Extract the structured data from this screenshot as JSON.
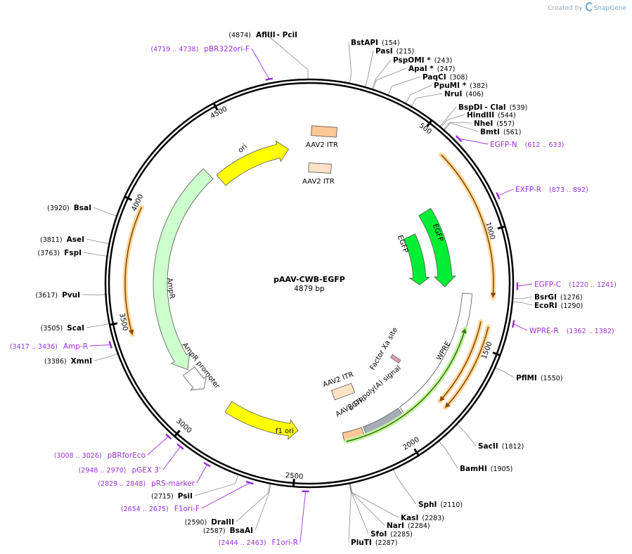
{
  "watermark": {
    "prefix": "Created by",
    "brand": "SnapGene"
  },
  "plasmid": {
    "name": "pAAV-CWB-EGFP",
    "size_label": "4879 bp",
    "length": 4879
  },
  "ticks": [
    {
      "pos": 500,
      "label": "500"
    },
    {
      "pos": 1000,
      "label": "1000"
    },
    {
      "pos": 1500,
      "label": "1500"
    },
    {
      "pos": 2000,
      "label": "2000"
    },
    {
      "pos": 2500,
      "label": "2500"
    },
    {
      "pos": 3000,
      "label": "3000"
    },
    {
      "pos": 3500,
      "label": "3500"
    },
    {
      "pos": 4000,
      "label": "4000"
    },
    {
      "pos": 4500,
      "label": "4500"
    }
  ],
  "enzymes": [
    {
      "name": "AflIII",
      "extra": " - PciI",
      "pos_text": "(4874)",
      "pos": 4874,
      "side": "left"
    },
    {
      "name": "BstAPI",
      "pos_text": "(154)",
      "pos": 154,
      "side": "right"
    },
    {
      "name": "PasI",
      "pos_text": "(215)",
      "pos": 215,
      "side": "right"
    },
    {
      "name": "PspOMI *",
      "pos_text": "(243)",
      "pos": 243,
      "side": "right"
    },
    {
      "name": "ApaI *",
      "pos_text": "(247)",
      "pos": 247,
      "side": "right"
    },
    {
      "name": "PaqCI",
      "pos_text": "(308)",
      "pos": 308,
      "side": "right"
    },
    {
      "name": "PpuMI *",
      "pos_text": "(382)",
      "pos": 382,
      "side": "right"
    },
    {
      "name": "NruI",
      "pos_text": "(406)",
      "pos": 406,
      "side": "right"
    },
    {
      "name": "BspDI",
      "extra": " - ClaI",
      "pos_text": "(539)",
      "pos": 539,
      "side": "right"
    },
    {
      "name": "HindIII",
      "pos_text": "(544)",
      "pos": 544,
      "side": "right"
    },
    {
      "name": "NheI",
      "pos_text": "(557)",
      "pos": 557,
      "side": "right"
    },
    {
      "name": "BmtI",
      "pos_text": "(561)",
      "pos": 561,
      "side": "right"
    },
    {
      "name": "BsrGI",
      "pos_text": "(1276)",
      "pos": 1276,
      "side": "right"
    },
    {
      "name": "EcoRI",
      "pos_text": "(1290)",
      "pos": 1290,
      "side": "right"
    },
    {
      "name": "PflMI",
      "pos_text": "(1550)",
      "pos": 1550,
      "side": "right"
    },
    {
      "name": "SacII",
      "pos_text": "(1812)",
      "pos": 1812,
      "side": "right"
    },
    {
      "name": "BamHI",
      "pos_text": "(1905)",
      "pos": 1905,
      "side": "right"
    },
    {
      "name": "SphI",
      "pos_text": "(2110)",
      "pos": 2110,
      "side": "right"
    },
    {
      "name": "KasI",
      "pos_text": "(2283)",
      "pos": 2283,
      "side": "right"
    },
    {
      "name": "NarI",
      "pos_text": "(2284)",
      "pos": 2284,
      "side": "right"
    },
    {
      "name": "SfoI",
      "pos_text": "(2285)",
      "pos": 2285,
      "side": "right"
    },
    {
      "name": "PluTI",
      "pos_text": "(2287)",
      "pos": 2287,
      "side": "right"
    },
    {
      "name": "BsaAI",
      "pos_text": "(2587)",
      "pos": 2587,
      "side": "left"
    },
    {
      "name": "DraIII",
      "pos_text": "(2590)",
      "pos": 2590,
      "side": "left"
    },
    {
      "name": "PsiI",
      "pos_text": "(2715)",
      "pos": 2715,
      "side": "left"
    },
    {
      "name": "XmnI",
      "pos_text": "(3386)",
      "pos": 3386,
      "side": "left"
    },
    {
      "name": "ScaI",
      "pos_text": "(3505)",
      "pos": 3505,
      "side": "left"
    },
    {
      "name": "PvuI",
      "pos_text": "(3617)",
      "pos": 3617,
      "side": "left"
    },
    {
      "name": "FspI",
      "pos_text": "(3763)",
      "pos": 3763,
      "side": "left"
    },
    {
      "name": "AseI",
      "pos_text": "(3811)",
      "pos": 3811,
      "side": "left"
    },
    {
      "name": "BsaI",
      "pos_text": "(3920)",
      "pos": 3920,
      "side": "left"
    }
  ],
  "primers": [
    {
      "name": "pBR322ori-F",
      "pos_text": "(4719 .. 4738)",
      "start": 4719,
      "end": 4738,
      "side": "left"
    },
    {
      "name": "EGFP-N",
      "pos_text": "(612 .. 633)",
      "start": 612,
      "end": 633,
      "side": "right"
    },
    {
      "name": "EXFP-R",
      "pos_text": "(873 .. 892)",
      "start": 873,
      "end": 892,
      "side": "right"
    },
    {
      "name": "EGFP-C",
      "pos_text": "(1220 .. 1241)",
      "start": 1220,
      "end": 1241,
      "side": "right"
    },
    {
      "name": "WPRE-R",
      "pos_text": "(1362 .. 1382)",
      "start": 1362,
      "end": 1382,
      "side": "right"
    },
    {
      "name": "F1ori-R",
      "pos_text": "(2444 .. 2463)",
      "start": 2444,
      "end": 2463,
      "side": "left"
    },
    {
      "name": "F1ori-F",
      "pos_text": "(2654 .. 2675)",
      "start": 2654,
      "end": 2675,
      "side": "left"
    },
    {
      "name": "pRS-marker",
      "pos_text": "(2829 .. 2848)",
      "start": 2829,
      "end": 2848,
      "side": "left"
    },
    {
      "name": "pGEX 3'",
      "pos_text": "(2948 .. 2970)",
      "start": 2948,
      "end": 2970,
      "side": "left"
    },
    {
      "name": "pBRforEco",
      "pos_text": "(3008 .. 3026)",
      "start": 3008,
      "end": 3026,
      "side": "left"
    },
    {
      "name": "Amp-R",
      "pos_text": "(3417 .. 3436)",
      "start": 3417,
      "end": 3436,
      "side": "left"
    }
  ],
  "features": [
    {
      "name": "ori",
      "color": "#ffff00",
      "dir": "cw"
    },
    {
      "name": "EGFP",
      "color": "#00ee33",
      "dir": "cw"
    },
    {
      "name": "EGFP",
      "color": "#00ee33",
      "dir": "cw"
    },
    {
      "name": "WPRE",
      "color": "#ffffff",
      "dir": "none"
    },
    {
      "name": "bGH poly(A) signal",
      "color": "#a6adb4",
      "dir": "none"
    },
    {
      "name": "AAV2 ITR",
      "color": "#ffc896",
      "dir": "none"
    },
    {
      "name": "f1 ori",
      "color": "#ffff00",
      "dir": "ccw"
    },
    {
      "name": "AmpR",
      "color": "#ccffcc",
      "dir": "ccw"
    },
    {
      "name": "AmpR promoter",
      "color": "#ffffff",
      "dir": "ccw"
    },
    {
      "name": "AAV2 ITR",
      "color": "#ffc896",
      "dir": "none"
    },
    {
      "name": "AAV2 ITR",
      "color": "#fde2c6",
      "dir": "none"
    },
    {
      "name": "AAV2 ITR",
      "color": "#fde2c6",
      "dir": "none"
    },
    {
      "name": "Factor Xa site",
      "color": "#d9a0b0",
      "dir": "none"
    }
  ],
  "colors": {
    "primer": "#9b30d9",
    "orf_halo": "#ffd9a0",
    "orf_arrow": "#8b4a00",
    "green_halo": "#c9f0a8",
    "green_arrow": "#2e7d00"
  }
}
